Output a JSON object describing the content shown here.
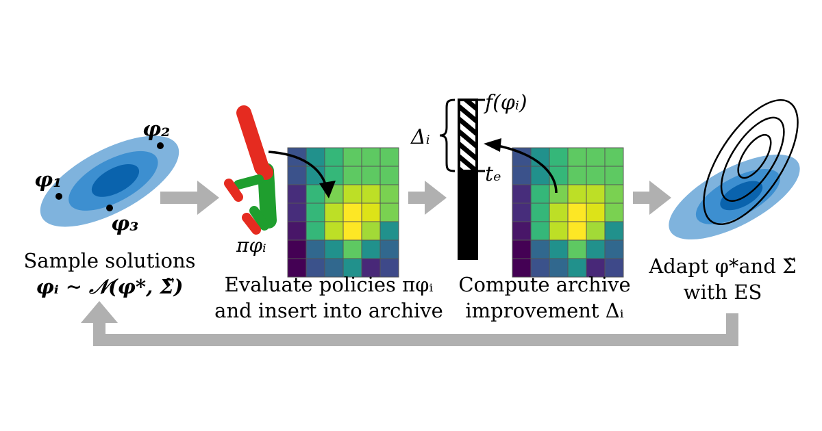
{
  "steps": [
    {
      "caption": [
        "Sample solutions",
        "φᵢ ∼ 𝒩(φ*, Σ̃)"
      ],
      "point_labels": [
        "φ₁",
        "φ₂",
        "φ₃"
      ]
    },
    {
      "caption": [
        "Evaluate policies πφᵢ",
        "and insert into archive"
      ],
      "policy_label": "πφᵢ"
    },
    {
      "caption": [
        "Compute archive",
        "improvement Δᵢ"
      ],
      "fitness_label": "f(φᵢ)",
      "threshold_label": "tₑ",
      "delta_label": "Δᵢ"
    },
    {
      "caption": [
        "Adapt φ*and Σ̃",
        "with ES"
      ]
    }
  ],
  "colors": {
    "arrow_gray": "#b0b0b0",
    "gauss_outer": "#7fb3dd",
    "gauss_mid": "#3d8fd0",
    "gauss_inner": "#0a63ad",
    "robot_red": "#e52b20",
    "robot_green": "#1f9e2e"
  },
  "archive": {
    "rows": [
      [
        "#3b528b",
        "#21918c",
        "#35b779",
        "#5ec962",
        "#5ec962",
        "#5ec962"
      ],
      [
        "#3b528b",
        "#21918c",
        "#35b779",
        "#5ec962",
        "#5ec962",
        "#5ec962"
      ],
      [
        "#472d7b",
        "#35b779",
        "#7ad151",
        "#bddf26",
        "#bddf26",
        "#7ad151"
      ],
      [
        "#472d7b",
        "#35b779",
        "#bddf26",
        "#fde725",
        "#dde318",
        "#7ad151"
      ],
      [
        "#481668",
        "#35b779",
        "#bddf26",
        "#fde725",
        "#a2da37",
        "#21918c"
      ],
      [
        "#440154",
        "#31688e",
        "#21918c",
        "#5ec962",
        "#21918c",
        "#31688e"
      ],
      [
        "#440154",
        "#3b528b",
        "#31688e",
        "#21918c",
        "#482878",
        "#3e4989"
      ]
    ]
  }
}
